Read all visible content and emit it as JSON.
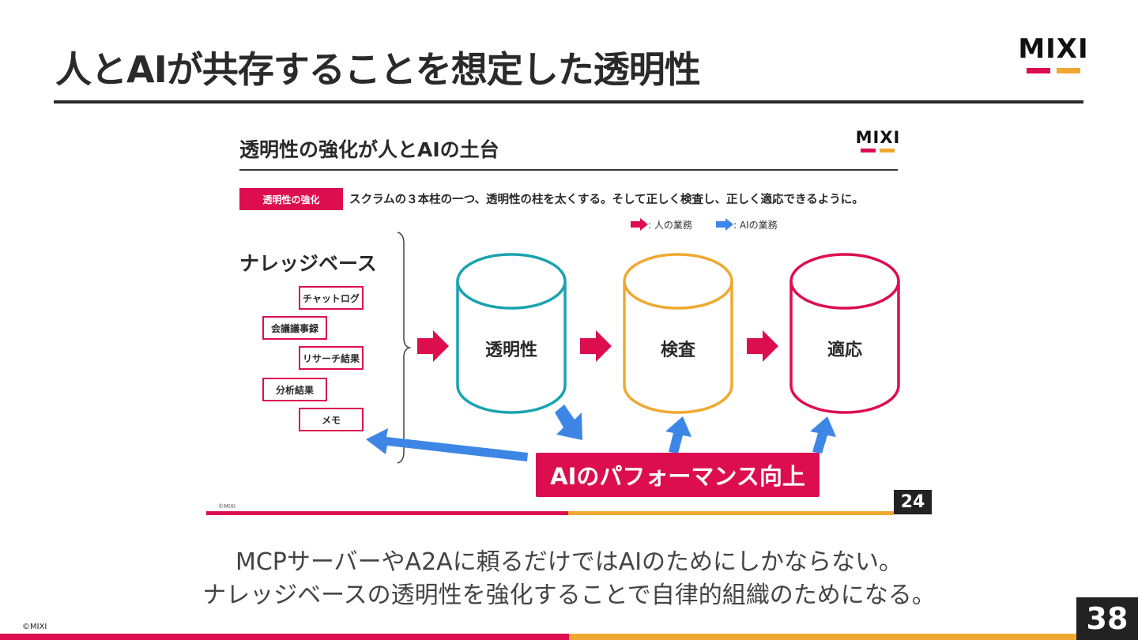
{
  "slide": {
    "title": "人とAIが共存することを想定した透明性",
    "caption_line1": "MCPサーバーやA2Aに頼るだけではAIのためにしかならない。",
    "caption_line2": "ナレッジベースの透明性を強化することで自律的組織のためになる。",
    "copyright": "©MIXI",
    "page_number": "38",
    "logo": {
      "text": "MIXI"
    }
  },
  "inner_slide": {
    "title": "透明性の強化が人とAIの土台",
    "tag": "透明性の強化",
    "lead": "スクラムの３本柱の一つ、透明性の柱を太くする。そして正しく検査し、正しく適応できるように。",
    "legend": {
      "human": ": 人の業務",
      "ai": ": AIの業務"
    },
    "knowledge_base": {
      "title": "ナレッジベース",
      "items": [
        "チャットログ",
        "会議議事録",
        "リサーチ結果",
        "分析結果",
        "メモ"
      ]
    },
    "pillars": [
      "透明性",
      "検査",
      "適応"
    ],
    "banner": "AIのパフォーマンス向上",
    "copyright": "©MIXI",
    "page_number": "24",
    "logo": {
      "text": "MIXI"
    }
  },
  "colors": {
    "brand_red": "#dc0e50",
    "brand_orange": "#f0a830",
    "teal": "#1aa3b0",
    "ai_blue": "#3d86e6",
    "dark": "#222222"
  },
  "icons": [
    "human-task-arrow-icon",
    "ai-task-arrow-icon"
  ]
}
